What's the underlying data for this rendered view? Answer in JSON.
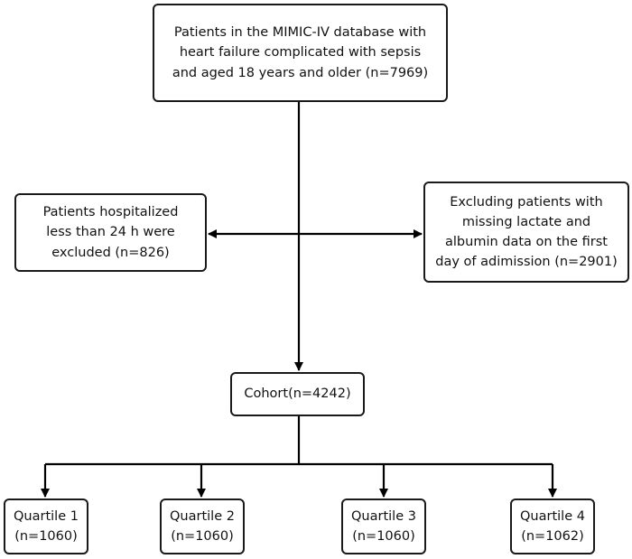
{
  "boxes": {
    "source": {
      "lines": [
        "Patients in the MIMIC-IV database with",
        "heart failure complicated with sepsis",
        "and aged 18 years and older (n=7969)"
      ]
    },
    "exclusion_left": {
      "lines": [
        "Patients hospitalized",
        "less than 24 h were",
        "excluded (n=826)"
      ]
    },
    "exclusion_right": {
      "lines": [
        "Excluding patients with",
        "missing lactate and",
        "albumin data on the first",
        "day of adimission (n=2901)"
      ]
    },
    "cohort": {
      "lines": [
        "Cohort(n=4242)"
      ]
    },
    "quartiles": [
      {
        "label": "Quartile 1",
        "count": "(n=1060)"
      },
      {
        "label": "Quartile 2",
        "count": "(n=1060)"
      },
      {
        "label": "Quartile 3",
        "count": "(n=1060)"
      },
      {
        "label": "Quartile 4",
        "count": "(n=1062)"
      }
    ]
  },
  "colors": {
    "line": "#000000",
    "box_border": "#1a1a1a",
    "text": "#111111",
    "background": "#ffffff"
  }
}
